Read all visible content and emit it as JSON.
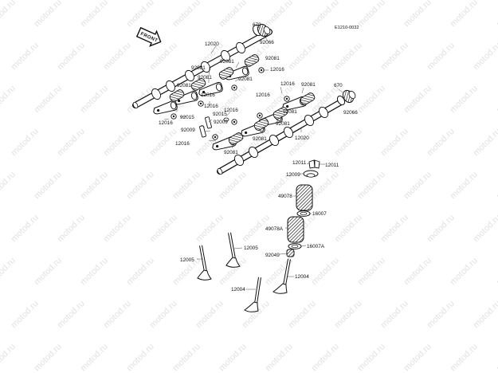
{
  "doc_id": "E1210-0032",
  "front_label": "FRONT",
  "watermark": "motod.ru",
  "part_labels": {
    "p670_a": "670",
    "p92066_a": "92066",
    "p12020_a": "12020",
    "p92081_a": "92081",
    "p92081_b": "92081",
    "p92081_c": "92081",
    "p12016_a": "12016",
    "p12016_b": "12016",
    "p12016_c": "12016",
    "p92081_d": "92081",
    "p92081_e": "92081",
    "p12016_d": "12016",
    "p92015_a": "92015",
    "p12016_e": "12016",
    "p12016_f": "12016",
    "p92081_f": "92081",
    "p670_b": "670",
    "p12016_g": "12016",
    "p92015_b": "92015",
    "p92009_a": "92009",
    "p92066_b": "92066",
    "p92081_g": "92081",
    "p92009_b": "92009",
    "p92081_h": "92081",
    "p92081_i": "92081",
    "p12016_h": "12016",
    "p12020_b": "12020",
    "p92081_j": "92081",
    "p12011_a": "12011",
    "p12011_b": "12011",
    "p12009": "12009",
    "p49078": "49078",
    "p16007": "16007",
    "p49078A": "49078A",
    "p16007A": "16007A",
    "p92049": "92049",
    "p12005_a": "12005",
    "p12005_b": "12005",
    "p12004_a": "12004",
    "p12004_b": "12004"
  }
}
